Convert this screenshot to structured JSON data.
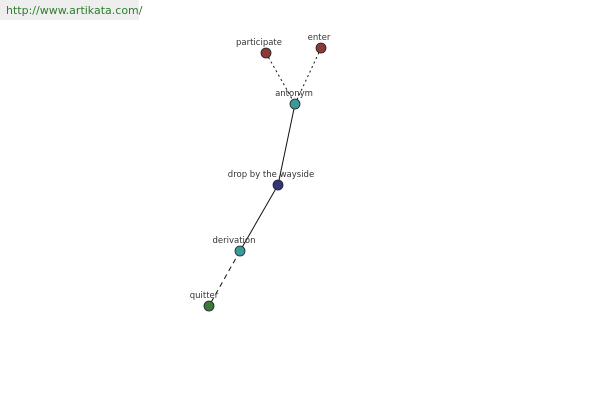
{
  "site": {
    "url": "http://www.artikata.com/"
  },
  "graph": {
    "nodes": [
      {
        "id": "participate",
        "label": "participate",
        "color": "#8b3a3a"
      },
      {
        "id": "enter",
        "label": "enter",
        "color": "#8b3a3a"
      },
      {
        "id": "antonym",
        "label": "antonym",
        "color": "#3a9a9a"
      },
      {
        "id": "drop-by-the-wayside",
        "label": "drop by the wayside",
        "color": "#34347c"
      },
      {
        "id": "derivation",
        "label": "derivation",
        "color": "#3a9a9a"
      },
      {
        "id": "quitter",
        "label": "quitter",
        "color": "#3c7a3c"
      }
    ],
    "edges": [
      {
        "from": "participate",
        "to": "antonym",
        "style": "dotted"
      },
      {
        "from": "enter",
        "to": "antonym",
        "style": "dotted"
      },
      {
        "from": "antonym",
        "to": "drop-by-the-wayside",
        "style": "solid"
      },
      {
        "from": "drop-by-the-wayside",
        "to": "derivation",
        "style": "solid"
      },
      {
        "from": "derivation",
        "to": "quitter",
        "style": "dashed"
      }
    ]
  }
}
